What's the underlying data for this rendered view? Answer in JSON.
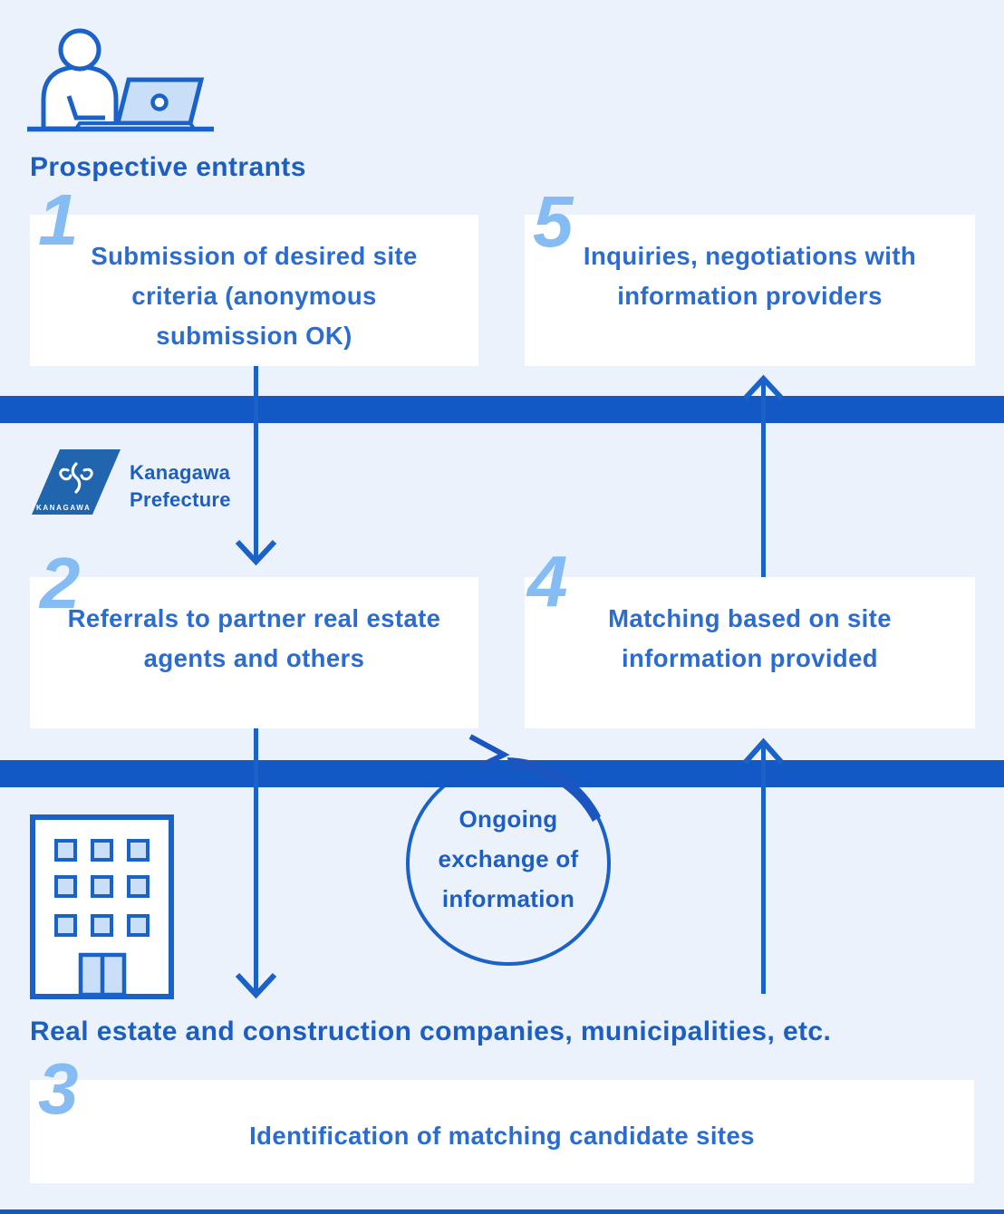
{
  "title": "Site matching flow diagram",
  "actors": {
    "prospective_entrants": {
      "label": "Prospective entrants",
      "icon": "person-at-laptop-icon"
    },
    "prefecture": {
      "name": "Kanagawa\nPrefecture",
      "line1": "Kanagawa",
      "line2": "Prefecture",
      "logo_text": "KANAGAWA",
      "icon": "kanagawa-prefecture-logo"
    },
    "providers": {
      "label": "Real estate and construction companies, municipalities, etc.",
      "icon": "office-building-icon"
    }
  },
  "steps": [
    {
      "number": "1",
      "text": "Submission of desired site criteria (anonymous submission OK)"
    },
    {
      "number": "2",
      "text": "Referrals to partner real estate agents and others"
    },
    {
      "number": "3",
      "text": "Identification of matching candidate sites"
    },
    {
      "number": "4",
      "text": "Matching based on site information provided"
    },
    {
      "number": "5",
      "text": "Inquiries, negotiations with information providers"
    }
  ],
  "cycle": {
    "lines": [
      "Ongoing",
      "exchange of",
      "information"
    ],
    "full_text": "Ongoing exchange of information"
  },
  "colors": {
    "background": "#ECF2FB",
    "band_blue": "#1359C6",
    "line_blue": "#1A62C8",
    "swoosh_blue": "#1A55C0",
    "heading_text": "#1C5EC2",
    "box_text": "#2A6CD1",
    "step_number": "#85BCF3",
    "logo_blue": "#2065AE",
    "fill_light": "#C9DFF7",
    "box_bg": "#FFFFFF"
  }
}
